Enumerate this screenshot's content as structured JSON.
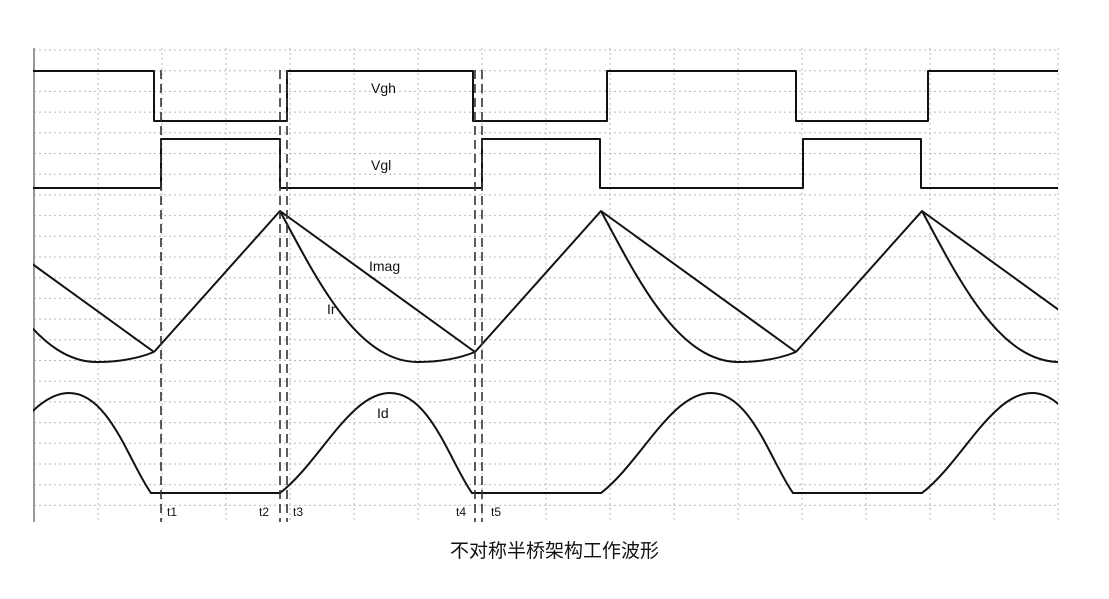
{
  "title": "不对称半桥架构工作波形",
  "signals": {
    "vgh": "Vgh",
    "vgl": "Vgl",
    "imag": "Imag",
    "ir": "Ir",
    "id": "Id"
  },
  "time_markers": [
    "t1",
    "t2",
    "t3",
    "t4",
    "t5"
  ],
  "colors": {
    "trace": "#111111",
    "grid": "#b8b8b8"
  }
}
